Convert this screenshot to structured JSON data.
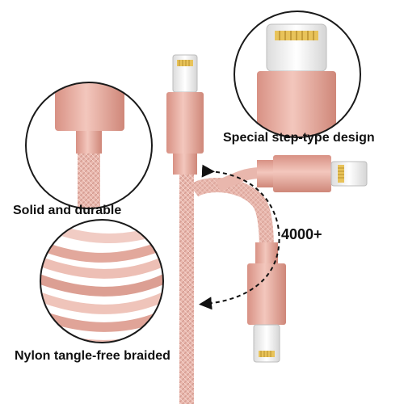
{
  "labels": {
    "step_design": "Special step-type design",
    "solid": "Solid and durable",
    "nylon": "Nylon tangle-free braided",
    "bend_count": "4000+"
  },
  "colors": {
    "cable_pink": "#e9b7ad",
    "housing_pink": "#e4a99d",
    "connector_metal": "#f2f2f2",
    "pin_gold": "#e8c35a",
    "circle_border": "#1a1a1a",
    "text": "#111111"
  }
}
